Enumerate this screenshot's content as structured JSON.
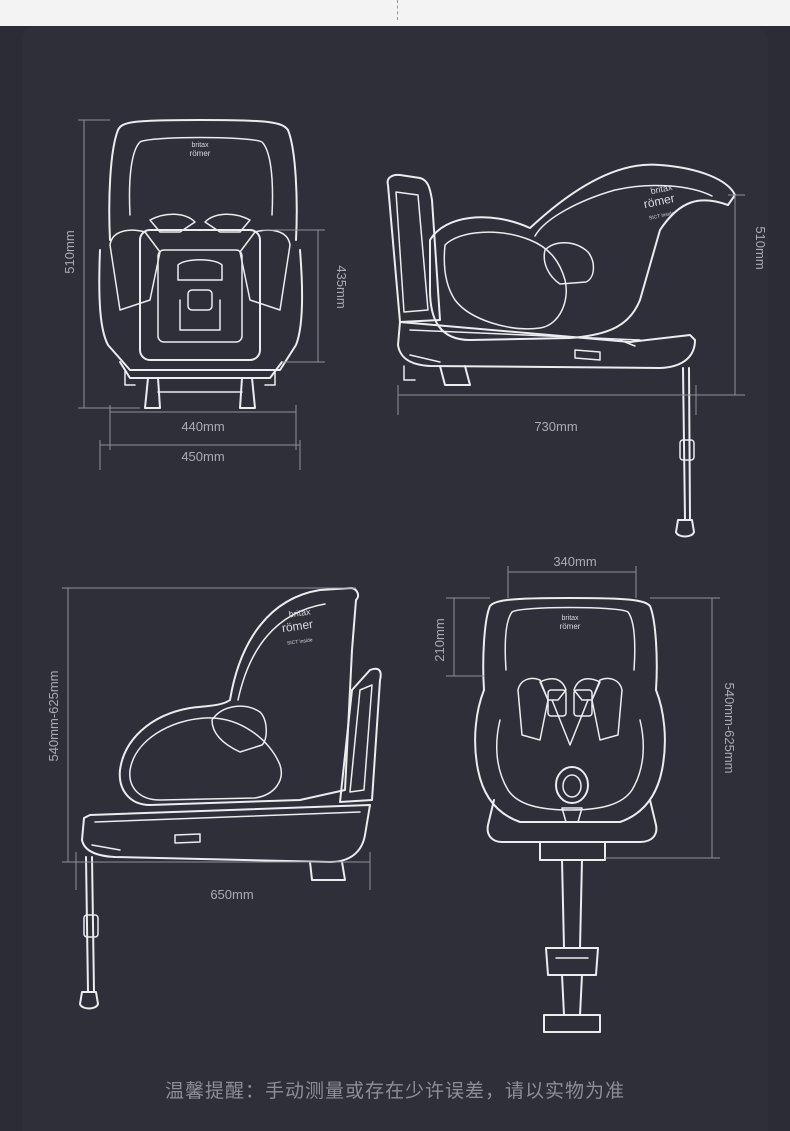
{
  "front_view": {
    "height_label": "510mm",
    "inner_height_label": "435mm",
    "inner_width_label": "440mm",
    "outer_width_label": "450mm"
  },
  "side_view_reclined": {
    "height_label": "510mm",
    "length_label": "730mm"
  },
  "side_view_upright": {
    "height_label": "540mm-625mm",
    "length_label": "650mm"
  },
  "rear_facing_view": {
    "width_label": "340mm",
    "headrest_label": "210mm",
    "height_label": "540mm-625mm"
  },
  "brand": {
    "line1": "britax",
    "line2": "römer",
    "model": "SICT inside"
  },
  "footer": {
    "note": "温馨提醒：手动测量或存在少许误差，请以实物为准"
  },
  "colors": {
    "background": "#2b2c35",
    "outline": "#ececef",
    "dimension_line": "#8f9199"
  }
}
